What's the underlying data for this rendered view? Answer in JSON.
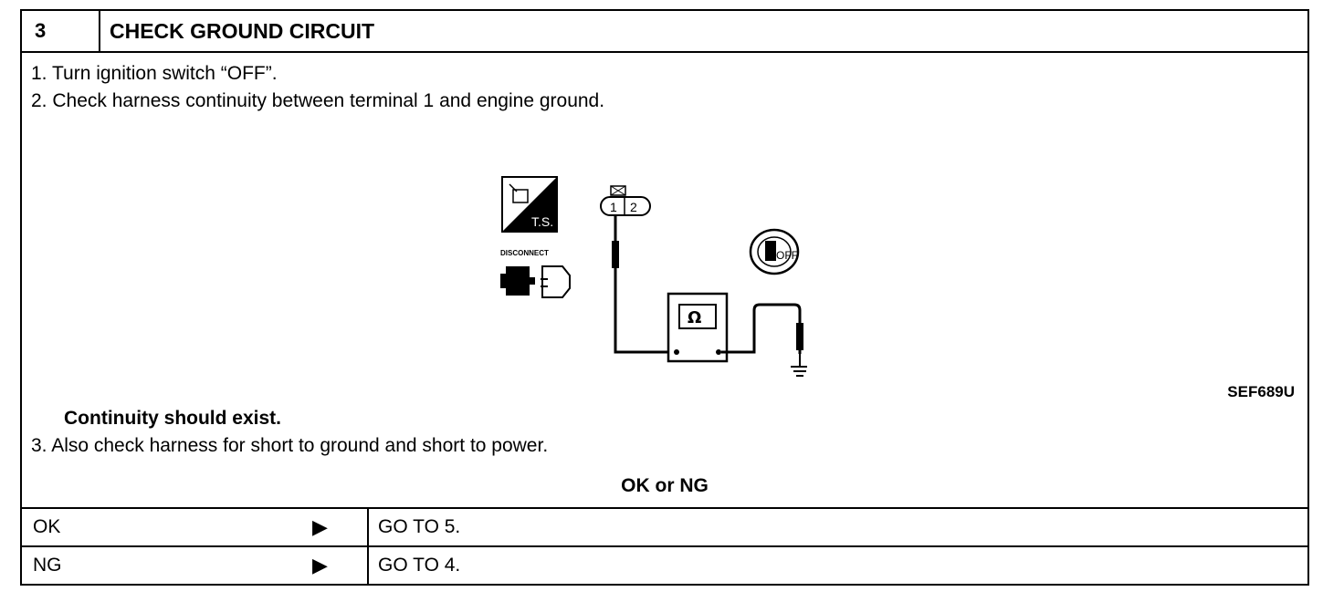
{
  "header": {
    "step_number": "3",
    "title": "CHECK GROUND CIRCUIT"
  },
  "steps": {
    "step1": "1.  Turn ignition switch “OFF”.",
    "step2": "2.  Check harness continuity between terminal 1 and engine ground.",
    "result": "Continuity should exist.",
    "step3": "3.  Also check harness for short to ground and short to power."
  },
  "diagram": {
    "ts_label": "T.S.",
    "disconnect_label": "DISCONNECT",
    "terminal_1": "1",
    "terminal_2": "2",
    "meter_symbol": "Ω",
    "key_label": "OFF",
    "figure_code": "SEF689U"
  },
  "decision": {
    "heading": "OK or NG",
    "rows": [
      {
        "result": "OK",
        "action": "GO TO 5."
      },
      {
        "result": "NG",
        "action": "GO TO 4."
      }
    ]
  }
}
